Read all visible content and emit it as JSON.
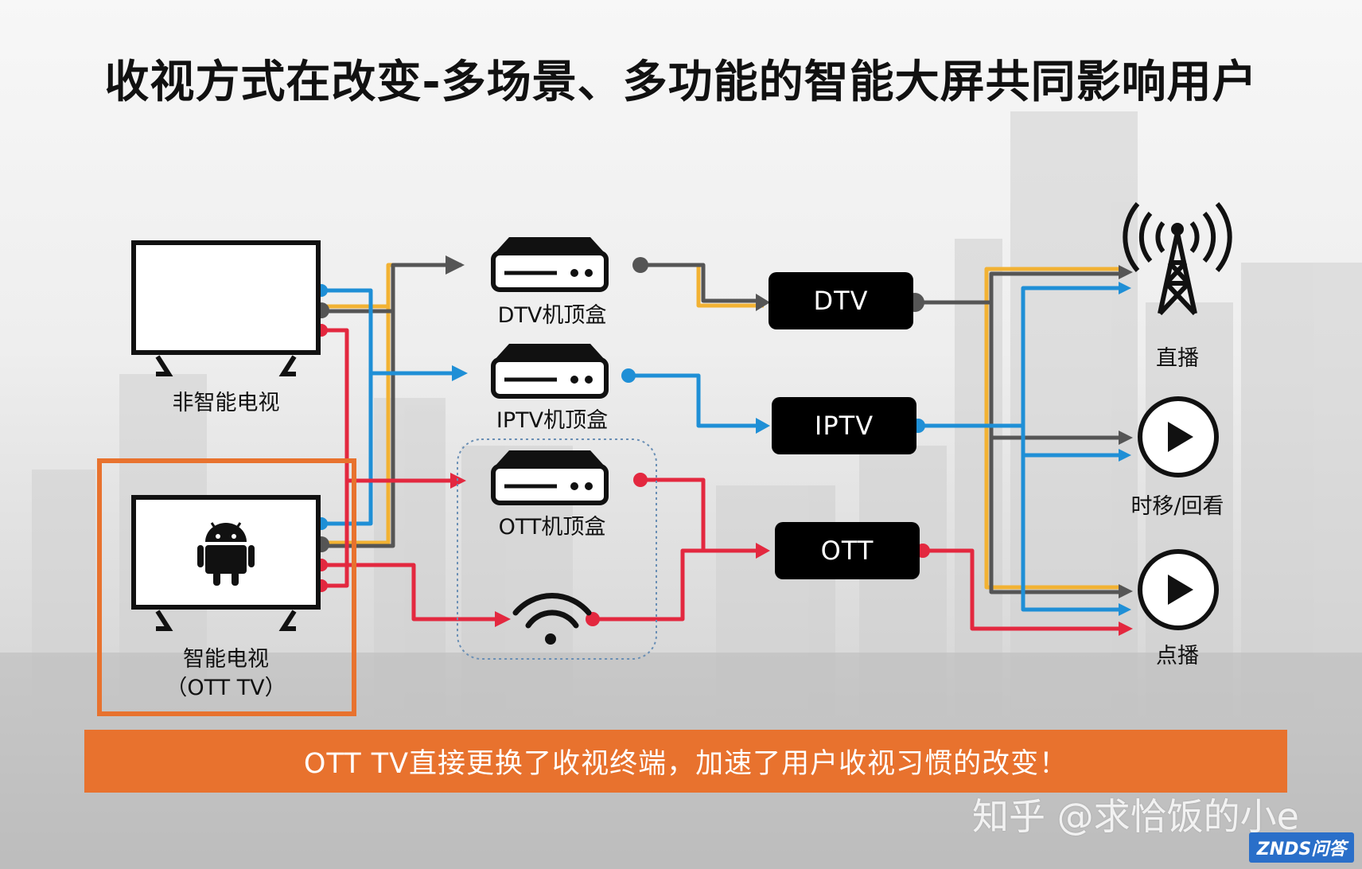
{
  "title": "收视方式在改变-多场景、多功能的智能大屏共同影响用户",
  "devices": {
    "tv_normal": "非智能电视",
    "tv_smart_line1": "智能电视",
    "tv_smart_line2": "（OTT TV）"
  },
  "boxes": {
    "dtv": "DTV机顶盒",
    "iptv": "IPTV机顶盒",
    "ott": "OTT机顶盒"
  },
  "nodes": {
    "dtv": "DTV",
    "iptv": "IPTV",
    "ott": "OTT"
  },
  "services": {
    "live": "直播",
    "timeshift": "时移/回看",
    "vod": "点播"
  },
  "banner": "OTT TV直接更换了收视终端，加速了用户收视习惯的改变！",
  "watermark": "知乎 @求恰饭的小e",
  "logo": "ZNDS问答",
  "colors": {
    "blue": "#1f8fd6",
    "yellow": "#f2b233",
    "gray": "#555555",
    "red": "#e3283f",
    "orange": "#e8722e"
  }
}
